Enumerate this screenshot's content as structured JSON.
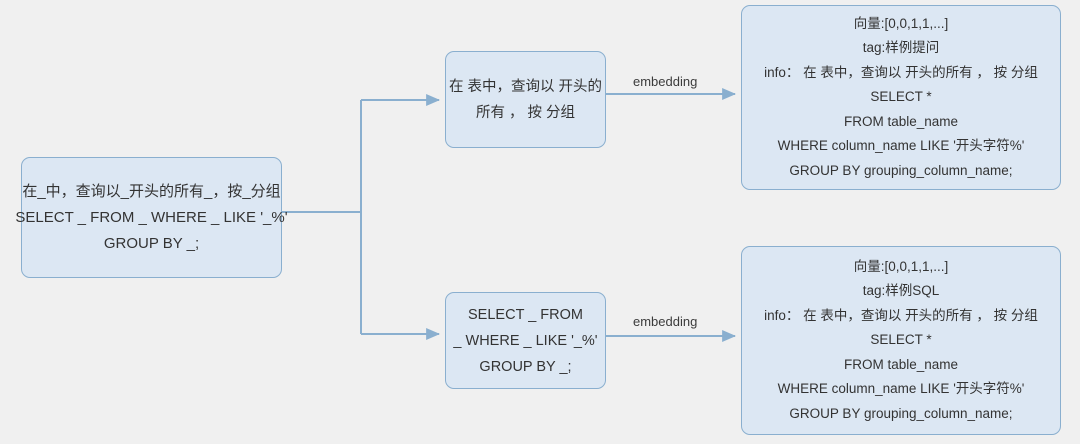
{
  "diagram": {
    "background_color": "#f0f0f0",
    "node_fill_color": "#dce7f3",
    "node_border_color": "#8aafcf",
    "edge_color": "#8aafcf",
    "text_color": "#333333"
  },
  "nodes": {
    "source_template": {
      "id": "source-template",
      "lines": [
        "在_中，查询以_开头的所有_，按_分组",
        "SELECT _ FROM _ WHERE _ LIKE '_%'",
        "GROUP BY _;"
      ]
    },
    "sample_question": {
      "id": "sample-question",
      "lines": [
        "在 表中，查询以 开头的",
        "所有 ， 按 分组"
      ]
    },
    "sample_sql": {
      "id": "sample-sql",
      "lines": [
        "SELECT _ FROM",
        "_ WHERE _ LIKE '_%'",
        "GROUP BY _;"
      ]
    },
    "doc_question": {
      "id": "doc-sample-question",
      "lines": [
        "向量:[0,0,1,1,...]",
        "tag:样例提问",
        "info： 在 表中，查询以 开头的所有 ， 按 分组",
        "SELECT *",
        "FROM table_name",
        "WHERE column_name LIKE '开头字符%'",
        "GROUP BY grouping_column_name;"
      ]
    },
    "doc_sql": {
      "id": "doc-sample-sql",
      "lines": [
        "向量:[0,0,1,1,...]",
        "tag:样例SQL",
        "info： 在 表中，查询以 开头的所有 ， 按 分组",
        "SELECT *",
        "FROM table_name",
        "WHERE column_name LIKE '开头字符%'",
        "GROUP BY grouping_column_name;"
      ]
    }
  },
  "edges": {
    "embedding_top": {
      "label": "embedding"
    },
    "embedding_bottom": {
      "label": "embedding"
    }
  }
}
